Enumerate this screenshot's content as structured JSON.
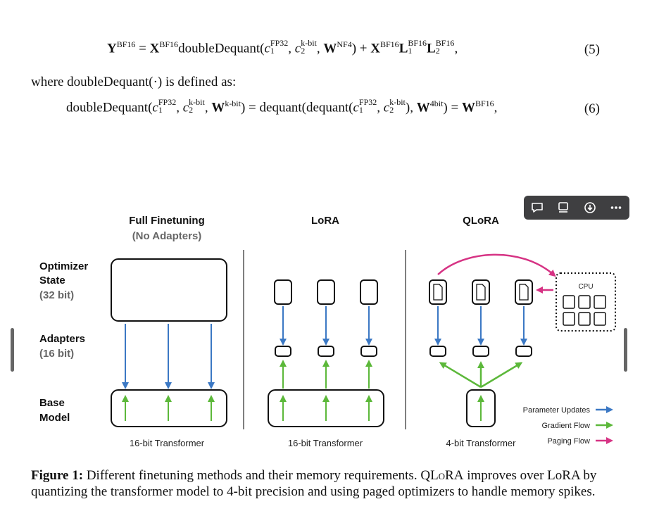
{
  "equations": {
    "eq5": {
      "number": "(5)",
      "y": "Y",
      "y_sup": "BF16",
      "x": "X",
      "x_sup": "BF16",
      "fn": "doubleDequant(",
      "c1": "c",
      "c1_sup": "FP32",
      "c1_sub": "1",
      "c2": "c",
      "c2_sup": "k-bit",
      "c2_sub": "2",
      "w": "W",
      "w_sup": "NF4",
      "plus": ") + ",
      "x2": "X",
      "x2_sup": "BF16",
      "l1": "L",
      "l1_sup": "BF16",
      "l1_sub": "1",
      "l2": "L",
      "l2_sup": "BF16",
      "l2_sub": "2",
      "end": ","
    },
    "where_text": "where doubleDequant(·) is defined as:",
    "eq6": {
      "number": "(6)",
      "fn": "doubleDequant(",
      "c1_sup": "FP32",
      "c1_sub": "1",
      "c2_sup": "k-bit",
      "c2_sub": "2",
      "w_sup": "k-bit",
      "mid": ") = dequant(dequant(",
      "c1b_sup": "FP32",
      "c1b_sub": "1",
      "c2b_sup": "k-bit",
      "c2b_sub": "2",
      "w4_sup": "4bit",
      "eqw": ") = ",
      "wbf_sup": "BF16",
      "end": ","
    }
  },
  "figure": {
    "columns": {
      "full": {
        "title": "Full Finetuning",
        "subtitle": "(No Adapters)",
        "footer": "16-bit Transformer"
      },
      "lora": {
        "title": "LoRA",
        "footer": "16-bit Transformer"
      },
      "qlora": {
        "title": "QLoRA",
        "footer": "4-bit Transformer"
      }
    },
    "row_labels": {
      "optimizer": {
        "line1": "Optimizer",
        "line2": "State",
        "line3": "(32 bit)"
      },
      "adapters": {
        "line1": "Adapters",
        "line2": "(16 bit)"
      },
      "base": {
        "line1": "Base",
        "line2": "Model"
      }
    },
    "cpu_label": "CPU",
    "legend": {
      "param": "Parameter Updates",
      "grad": "Gradient Flow",
      "paging": "Paging Flow"
    },
    "colors": {
      "blue": "#3b78c4",
      "green": "#5cb83a",
      "pink": "#d63384"
    }
  },
  "toolbar": {
    "icons": [
      "comment-icon",
      "summary-icon",
      "download-icon",
      "more-icon"
    ]
  },
  "caption": {
    "label": "Figure 1:",
    "text": " Different finetuning methods and their memory requirements. Q",
    "lora_sc": "LoRA",
    "text2": " improves over LoRA by quantizing the transformer model to 4-bit precision and using paged optimizers to handle memory spikes."
  }
}
